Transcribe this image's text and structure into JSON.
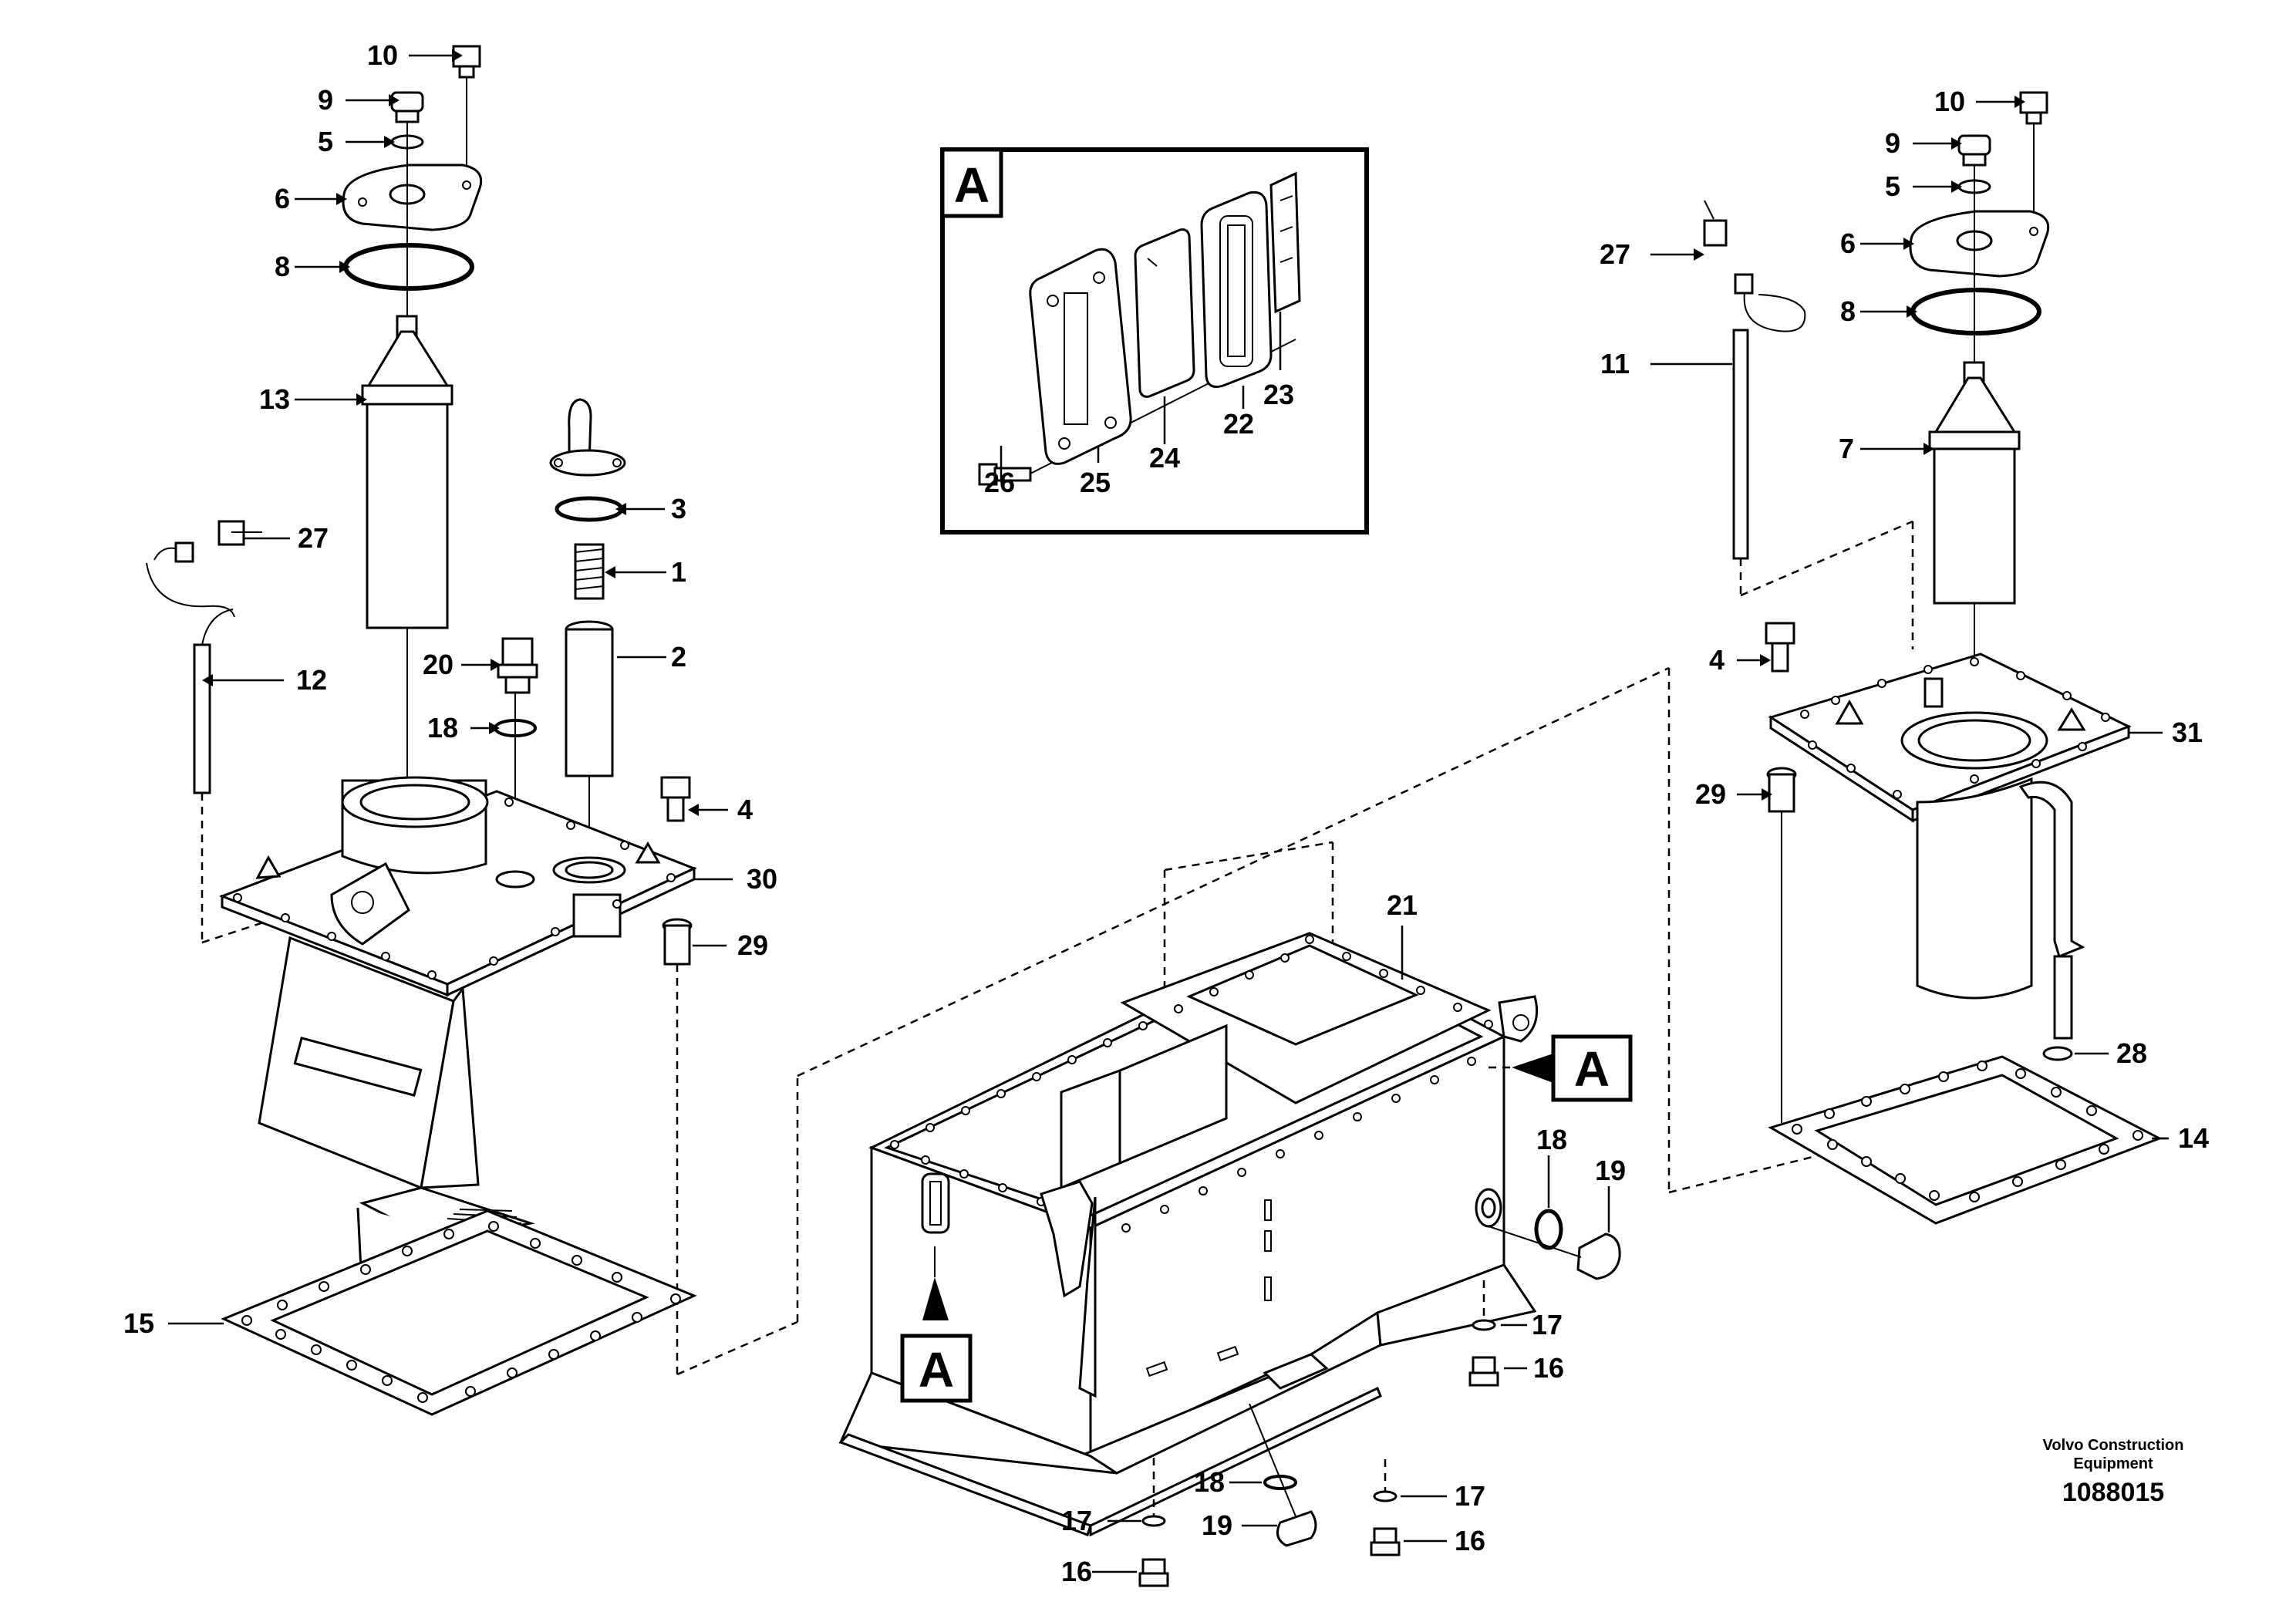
{
  "detail": {
    "letter": "A"
  },
  "reference_markers": [
    "A",
    "A"
  ],
  "credit": {
    "line1": "Volvo Construction",
    "line2": "Equipment",
    "doc_number": "1088015"
  },
  "callouts": {
    "left_10": "10",
    "left_9": "9",
    "left_5": "5",
    "left_6": "6",
    "left_8": "8",
    "left_13": "13",
    "left_27": "27",
    "left_12": "12",
    "left_20": "20",
    "left_18": "18",
    "left_3": "3",
    "left_1": "1",
    "left_2": "2",
    "left_4": "4",
    "left_30": "30",
    "left_29": "29",
    "left_15": "15",
    "det_26": "26",
    "det_25": "25",
    "det_24": "24",
    "det_22": "22",
    "det_23": "23",
    "right_10": "10",
    "right_9": "9",
    "right_5": "5",
    "right_6": "6",
    "right_8": "8",
    "right_27": "27",
    "right_11": "11",
    "right_7": "7",
    "right_4": "4",
    "right_31": "31",
    "right_29": "29",
    "right_28": "28",
    "right_14": "14",
    "tank_21": "21",
    "tank_18a": "18",
    "tank_19a": "19",
    "tank_17a": "17",
    "tank_16a": "16",
    "tank_18b": "18",
    "tank_19b": "19",
    "tank_17b": "17",
    "tank_16b": "16",
    "tank_17c": "17",
    "tank_16c": "16"
  }
}
